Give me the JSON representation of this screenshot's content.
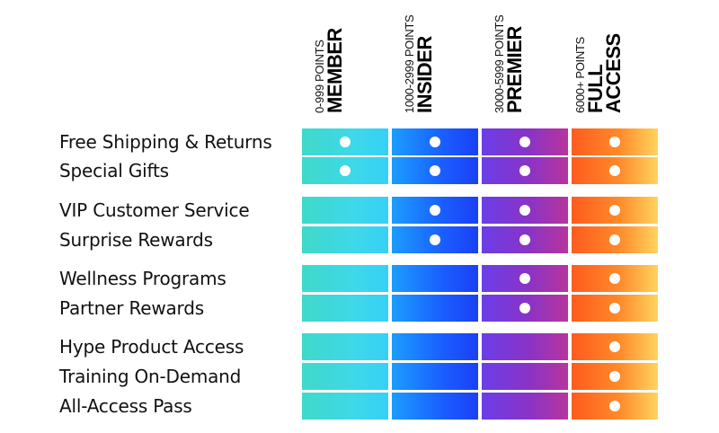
{
  "tiers": [
    {
      "points": "0-999 POINTS",
      "name_lines": [
        "MEMBER"
      ]
    },
    {
      "points": "1000-2999 POINTS",
      "name_lines": [
        "INSIDER"
      ]
    },
    {
      "points": "3000-5999 POINTS",
      "name_lines": [
        "PREMIER"
      ]
    },
    {
      "points": "6000+ POINTS",
      "name_lines": [
        "FULL",
        "ACCESS"
      ]
    }
  ],
  "features": [
    {
      "label": "Free Shipping & Returns",
      "included": [
        true,
        true,
        true,
        true
      ]
    },
    {
      "label": "Special Gifts",
      "included": [
        true,
        true,
        true,
        true
      ]
    },
    {
      "label": "VIP Customer Service",
      "included": [
        false,
        true,
        true,
        true
      ]
    },
    {
      "label": "Surprise Rewards",
      "included": [
        false,
        true,
        true,
        true
      ]
    },
    {
      "label": "Wellness Programs",
      "included": [
        false,
        false,
        true,
        true
      ]
    },
    {
      "label": "Partner Rewards",
      "included": [
        false,
        false,
        true,
        true
      ]
    },
    {
      "label": "Hype Product Access",
      "included": [
        false,
        false,
        false,
        true
      ]
    },
    {
      "label": "Training On-Demand",
      "included": [
        false,
        false,
        false,
        true
      ]
    },
    {
      "label": "All-Access Pass",
      "included": [
        false,
        false,
        false,
        true
      ]
    }
  ],
  "colors": {
    "member": "#3ed8ea",
    "insider": "#1a5dff",
    "premier": "#8a33c6",
    "full_access": "#ff8a2a",
    "dot": "#ffffff"
  }
}
